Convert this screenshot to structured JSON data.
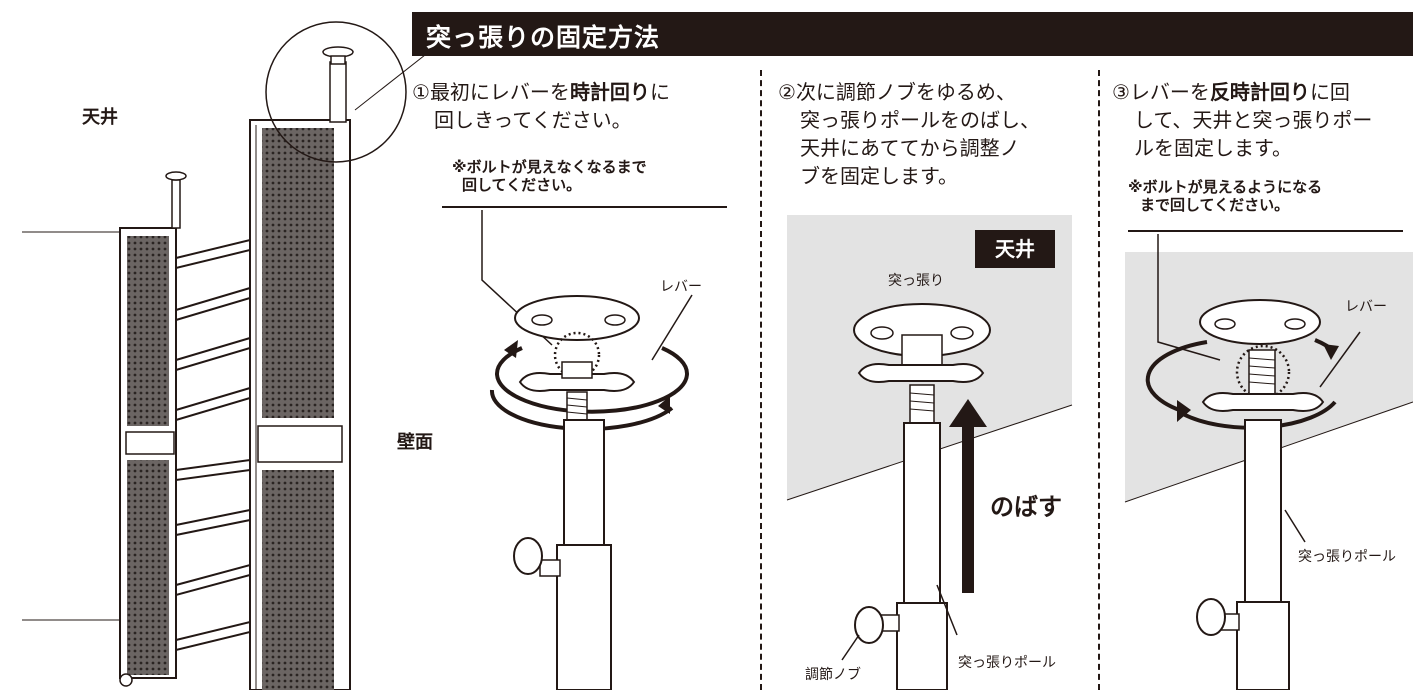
{
  "header": {
    "title": "突っ張りの固定方法"
  },
  "left": {
    "ceiling_label": "天井",
    "wall_label": "壁面"
  },
  "steps": [
    {
      "number": "①",
      "line1_pre": "最初にレバーを",
      "line1_bold": "時計回り",
      "line1_post": "に",
      "line2": "回しきってください。",
      "note_line1": "※ボルトが見えなくなるまで",
      "note_line2": "回してください。",
      "callout": "レバー"
    },
    {
      "number": "②",
      "line1": "次に調節ノブをゆるめ、",
      "line2": "突っ張りポールをのばし、",
      "line3": "天井にあててから調整ノ",
      "line4": "ブを固定します。",
      "tag": "天井",
      "top_label": "突っ張り",
      "arrow_label": "のばす",
      "pole_label": "突っ張りポール",
      "knob_label": "調節ノブ"
    },
    {
      "number": "③",
      "line1_pre": "レバーを",
      "line1_bold": "反時計回り",
      "line1_post": "に回",
      "line2": "して、天井と突っ張りポー",
      "line3": "ルを固定します。",
      "note_line1": "※ボルトが見えるようになる",
      "note_line2": "まで回してください。",
      "callout": "レバー",
      "pole_label": "突っ張りポール"
    }
  ]
}
